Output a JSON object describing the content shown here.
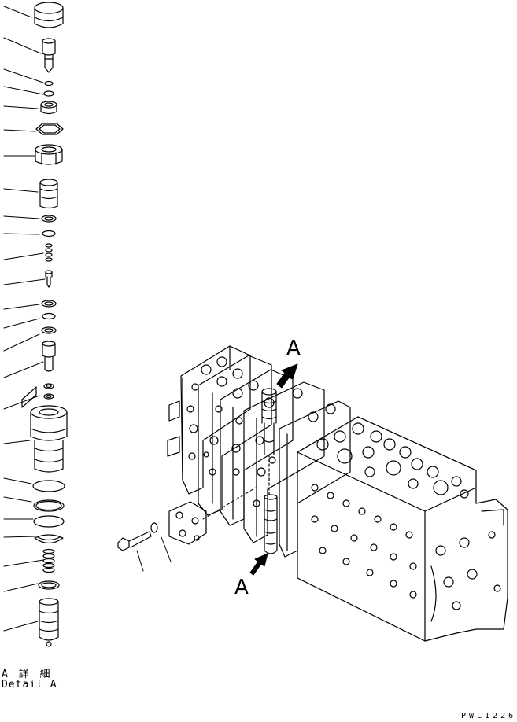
{
  "callouts": {
    "a_upper": "A",
    "a_lower": "A"
  },
  "detail_caption": {
    "japanese": "A 詳 細",
    "english": "Detail A"
  },
  "figure_code": "PWL1226"
}
